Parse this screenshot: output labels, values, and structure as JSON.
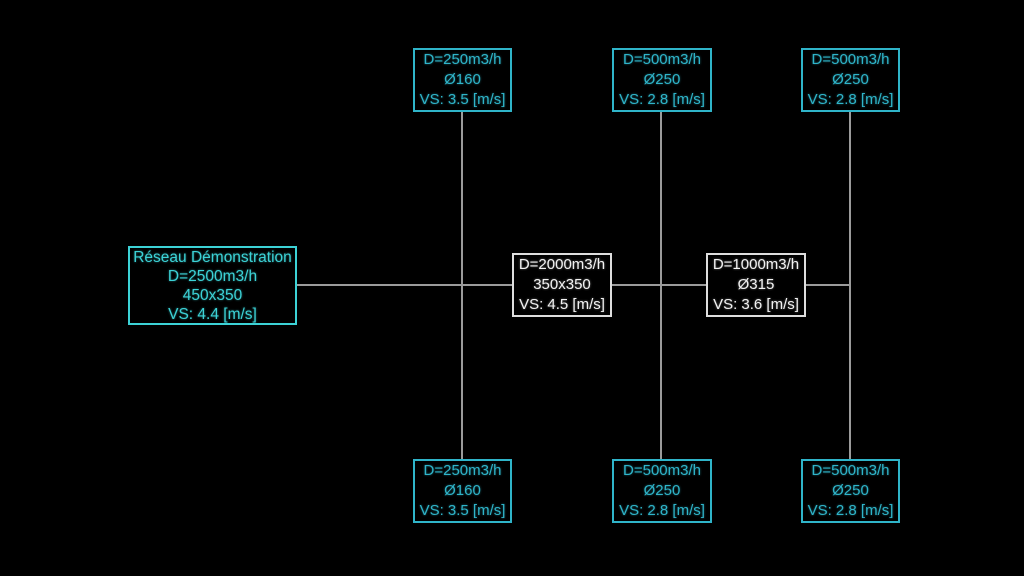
{
  "diagram": {
    "title": "Réseau Démonstration",
    "background_color": "#000000",
    "colors": {
      "leaf_node": "#2fb4c9",
      "root_node": "#3cd2d6",
      "duct_node": "#f2f2f2",
      "connector_line": "#9b9b9b"
    },
    "root_node": {
      "lines": [
        "Réseau Démonstration",
        "D=2500m3/h",
        "450x350",
        "VS: 4.4 [m/s]"
      ]
    },
    "trunk_nodes": [
      {
        "lines": [
          "D=2000m3/h",
          "350x350",
          "VS: 4.5 [m/s]"
        ]
      },
      {
        "lines": [
          "D=1000m3/h",
          "Ø315",
          "VS: 3.6 [m/s]"
        ]
      }
    ],
    "top_nodes": [
      {
        "lines": [
          "D=250m3/h",
          "Ø160",
          "VS: 3.5 [m/s]"
        ]
      },
      {
        "lines": [
          "D=500m3/h",
          "Ø250",
          "VS: 2.8 [m/s]"
        ]
      },
      {
        "lines": [
          "D=500m3/h",
          "Ø250",
          "VS: 2.8 [m/s]"
        ]
      }
    ],
    "bottom_nodes": [
      {
        "lines": [
          "D=250m3/h",
          "Ø160",
          "VS: 3.5 [m/s]"
        ]
      },
      {
        "lines": [
          "D=500m3/h",
          "Ø250",
          "VS: 2.8 [m/s]"
        ]
      },
      {
        "lines": [
          "D=500m3/h",
          "Ø250",
          "VS: 2.8 [m/s]"
        ]
      }
    ]
  }
}
